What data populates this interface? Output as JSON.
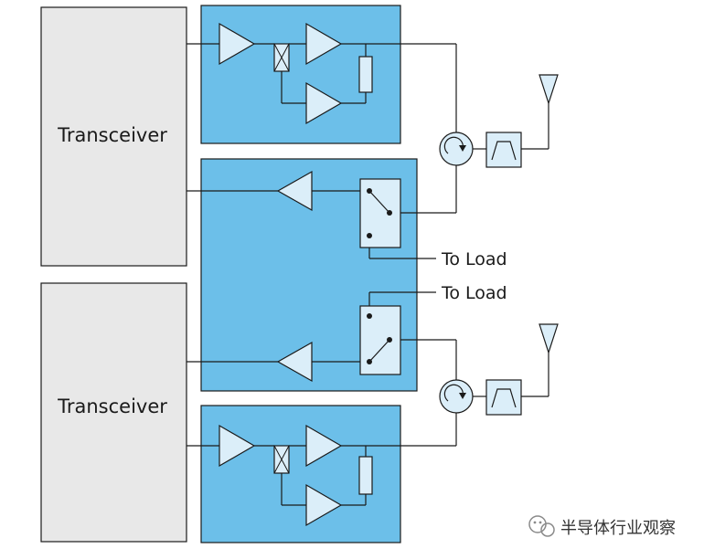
{
  "labels": {
    "transceiver_top": "Transceiver",
    "transceiver_bottom": "Transceiver",
    "to_load_1": "To Load",
    "to_load_2": "To Load"
  },
  "watermark": {
    "text": "半导体行业观察",
    "icon": "wechat-logo-icon"
  },
  "colors": {
    "module_fill": "#6cbfe9",
    "transceiver_fill": "#e8e8e8",
    "component_fill": "#dbeef9",
    "line": "#1a1a1a"
  },
  "icons": [
    "triangle-amplifier-icon",
    "crossed-box-attenuator-icon",
    "resistor-icon",
    "switch-icon",
    "circulator-icon",
    "bandpass-filter-icon",
    "antenna-icon"
  ]
}
